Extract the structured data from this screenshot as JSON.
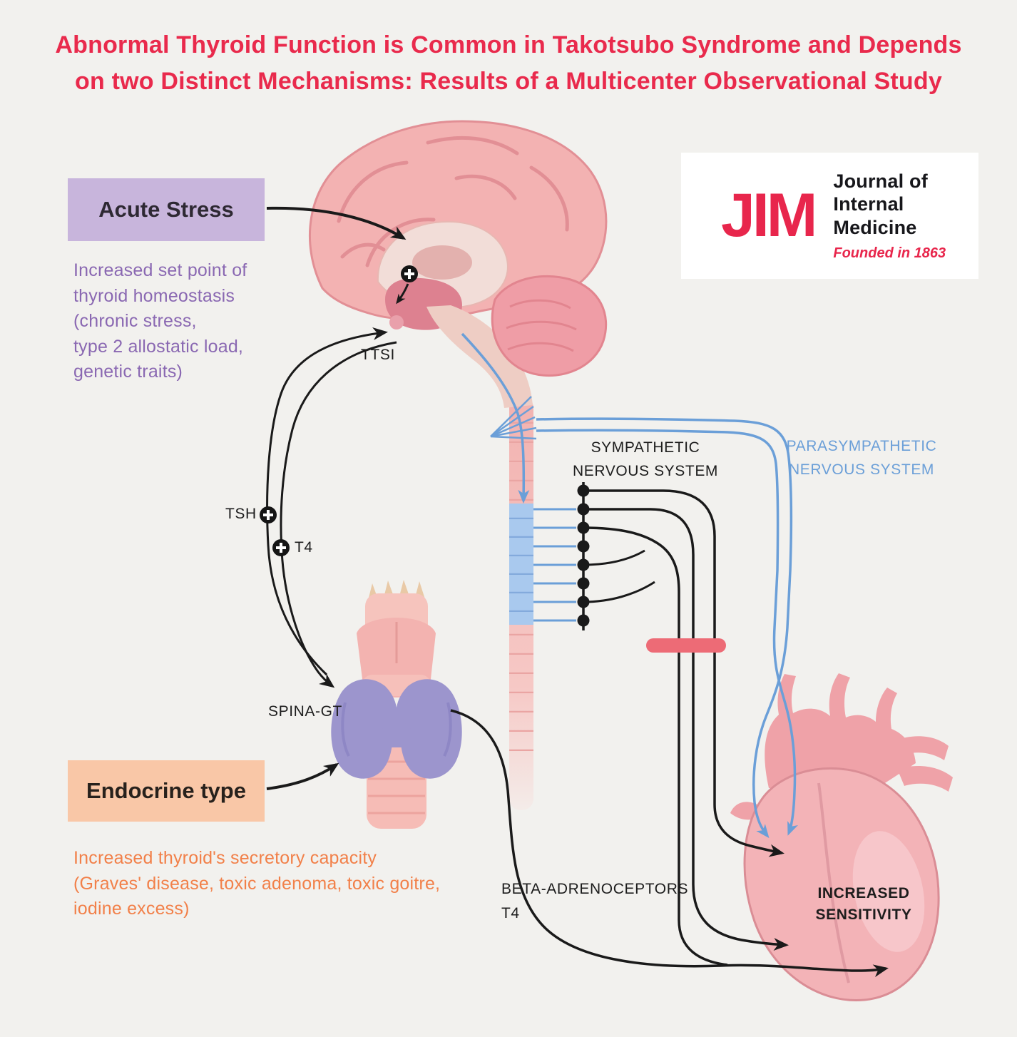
{
  "title": {
    "line1": "Abnormal Thyroid Function is Common in Takotsubo Syndrome and Depends",
    "line2": "on two Distinct Mechanisms: Results of a Multicenter Observational Study"
  },
  "acute_stress": {
    "label": "Acute Stress",
    "description": "Increased set point of\nthyroid homeostasis\n(chronic stress,\ntype 2 allostatic load,\ngenetic traits)"
  },
  "endocrine_type": {
    "label": "Endocrine type",
    "description": "Increased thyroid's secretory capacity\n(Graves' disease, toxic adenoma, toxic goitre,\niodine excess)"
  },
  "logo": {
    "acronym": "JIM",
    "name_line1": "Journal of",
    "name_line2": "Internal Medicine",
    "founded": "Founded in 1863"
  },
  "labels": {
    "ttsi": "TTSI",
    "tsh": "TSH",
    "t4": "T4",
    "spina_gt": "SPINA-GT",
    "sympathetic": "SYMPATHETIC\nNERVOUS SYSTEM",
    "parasympathetic": "PARASYMPATHETIC\nNERVOUS SYSTEM",
    "beta_adrenoceptors": "BETA-ADRENOCEPTORS\nT4",
    "increased_sensitivity": "INCREASED\nSENSITIVITY"
  },
  "colors": {
    "title-red": "#e92a4c",
    "purple-box": "#c8b5dc",
    "purple-text": "#8a68b2",
    "peach-box": "#f9c7a7",
    "orange-text": "#f28049",
    "blue-line": "#6b9fd8",
    "black-line": "#1a1a1a",
    "logo-red": "#e8264c",
    "block-bar-red": "#ed6b76",
    "background": "#f2f1ee"
  }
}
